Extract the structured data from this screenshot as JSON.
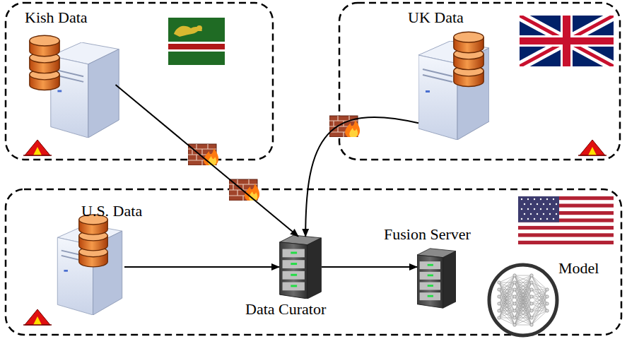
{
  "diagram": {
    "nodes": [
      {
        "text": [
          "Kish Data"
        ]
      },
      {
        "text": [
          "UK Data"
        ]
      },
      {
        "text": [
          "U.S. Data"
        ]
      },
      {
        "text": [
          "Data Curator"
        ]
      },
      {
        "text": [
          "Fusion Server"
        ]
      },
      {
        "text": [
          "Model"
        ]
      }
    ],
    "edges": [
      {
        "from": 0,
        "to": 3,
        "arrow": "to"
      },
      {
        "from": 1,
        "to": 3,
        "arrow": "to"
      },
      {
        "from": 2,
        "to": 3,
        "arrow": "to"
      },
      {
        "from": 3,
        "to": 4,
        "arrow": "to"
      }
    ]
  }
}
